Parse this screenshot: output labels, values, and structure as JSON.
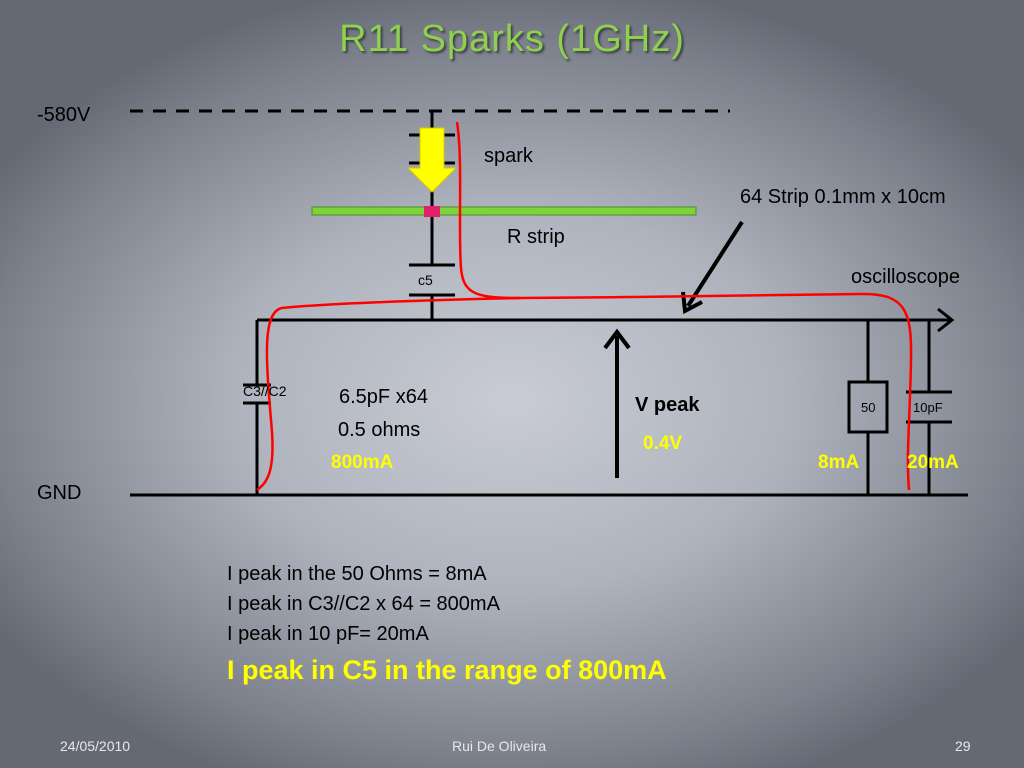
{
  "slide": {
    "title": "R11 Sparks (1GHz)",
    "footer_date": "24/05/2010",
    "footer_author": "Rui De Oliveira",
    "slide_number": "29"
  },
  "diagram": {
    "hv_label": "-580V",
    "gnd_label": "GND",
    "spark_label": "spark",
    "rstrip_label": "R strip",
    "strip_label": "64 Strip 0.1mm x 10cm",
    "scope_label": "oscilloscope",
    "c5_label": "c5",
    "c3c2_label": "C3//C2",
    "cap_value": "6.5pF x64",
    "res_value": "0.5 ohms",
    "cap_current": "800mA",
    "vpeak_label": "V peak",
    "vpeak_value": "0.4V",
    "r50_label": "50",
    "c10_label": "10pF",
    "r50_current": "8mA",
    "c10_current": "20mA"
  },
  "notes": {
    "line1": "I peak in the 50 Ohms = 8mA",
    "line2": "I peak in C3//C2 x 64 = 800mA",
    "line3": "I peak in 10 pF= 20mA",
    "conclusion": "I peak in C5 in the range of 800mA"
  },
  "colors": {
    "title": "#8fd14f",
    "highlight": "#ffff00",
    "current_path": "#ff0000",
    "strip": "#7ed23b",
    "spark_contact": "#e0206a"
  }
}
